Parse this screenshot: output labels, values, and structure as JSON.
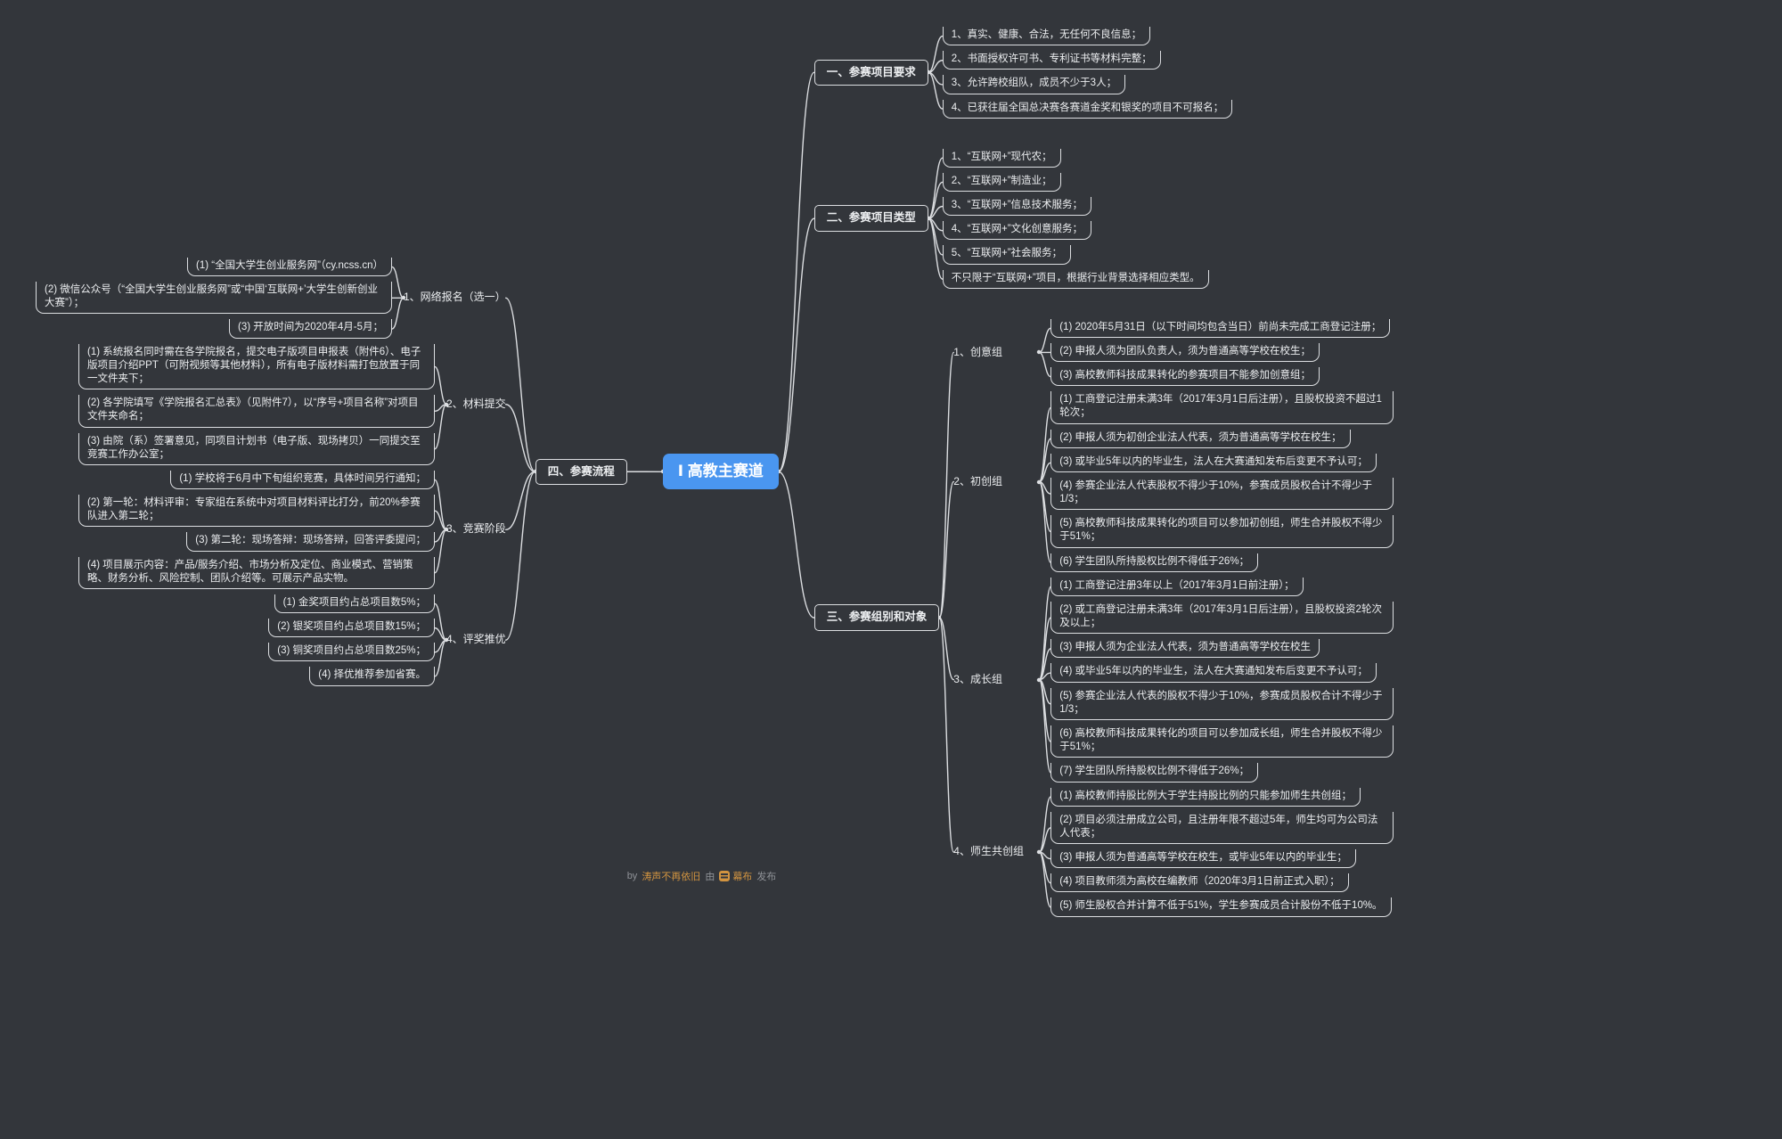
{
  "root": {
    "label": "Ⅰ 高教主赛道"
  },
  "left_branch": {
    "label": "四、参赛流程",
    "children": [
      {
        "label": "1、网络报名（选一）",
        "children": [
          {
            "label": "(1) “全国大学生创业服务网”（cy.ncss.cn）"
          },
          {
            "label": "(2) 微信公众号（“全国大学生创业服务网”或“中国‘互联网+’大学生创新创业大赛”）；"
          },
          {
            "label": "(3) 开放时间为2020年4月-5月；"
          }
        ]
      },
      {
        "label": "2、材料提交",
        "children": [
          {
            "label": "(1) 系统报名同时需在各学院报名，提交电子版项目申报表（附件6）、电子版项目介绍PPT（可附视频等其他材料），所有电子版材料需打包放置于同一文件夹下；"
          },
          {
            "label": "(2) 各学院填写《学院报名汇总表》（见附件7），以“序号+项目名称”对项目文件夹命名；"
          },
          {
            "label": "(3) 由院（系）签署意见，同项目计划书（电子版、现场拷贝）一同提交至竞赛工作办公室；"
          }
        ]
      },
      {
        "label": "3、竞赛阶段",
        "children": [
          {
            "label": "(1) 学校将于6月中下旬组织竞赛，具体时间另行通知；"
          },
          {
            "label": "(2) 第一轮：材料评审：专家组在系统中对项目材料评比打分，前20%参赛队进入第二轮；"
          },
          {
            "label": "(3) 第二轮：现场答辩：现场答辩，回答评委提问；"
          },
          {
            "label": "(4) 项目展示内容：产品/服务介绍、市场分析及定位、商业模式、营销策略、财务分析、风险控制、团队介绍等。可展示产品实物。"
          }
        ]
      },
      {
        "label": "4、评奖推优",
        "children": [
          {
            "label": "(1) 金奖项目约占总项目数5%；"
          },
          {
            "label": "(2) 银奖项目约占总项目数15%；"
          },
          {
            "label": "(3) 铜奖项目约占总项目数25%；"
          },
          {
            "label": "(4) 择优推荐参加省赛。"
          }
        ]
      }
    ]
  },
  "right_branches": [
    {
      "label": "一、参赛项目要求",
      "children": [
        {
          "label": "1、真实、健康、合法，无任何不良信息；"
        },
        {
          "label": "2、书面授权许可书、专利证书等材料完整；"
        },
        {
          "label": "3、允许跨校组队，成员不少于3人；"
        },
        {
          "label": "4、已获往届全国总决赛各赛道金奖和银奖的项目不可报名；"
        }
      ]
    },
    {
      "label": "二、参赛项目类型",
      "children": [
        {
          "label": "1、“互联网+”现代农；"
        },
        {
          "label": "2、“互联网+”制造业；"
        },
        {
          "label": "3、“互联网+”信息技术服务；"
        },
        {
          "label": "4、“互联网+”文化创意服务；"
        },
        {
          "label": "5、“互联网+”社会服务；"
        },
        {
          "label": "不只限于“互联网+”项目，根据行业背景选择相应类型。"
        }
      ]
    },
    {
      "label": "三、参赛组别和对象",
      "children": [
        {
          "label": "1、创意组",
          "children": [
            {
              "label": "(1) 2020年5月31日（以下时间均包含当日）前尚未完成工商登记注册；"
            },
            {
              "label": "(2) 申报人须为团队负责人，须为普通高等学校在校生；"
            },
            {
              "label": "(3) 高校教师科技成果转化的参赛项目不能参加创意组；"
            }
          ]
        },
        {
          "label": "2、初创组",
          "children": [
            {
              "label": "(1) 工商登记注册未满3年（2017年3月1日后注册），且股权投资不超过1轮次；"
            },
            {
              "label": "(2) 申报人须为初创企业法人代表，须为普通高等学校在校生；"
            },
            {
              "label": "(3) 或毕业5年以内的毕业生，法人在大赛通知发布后变更不予认可；"
            },
            {
              "label": "(4) 参赛企业法人代表股权不得少于10%，参赛成员股权合计不得少于1/3；"
            },
            {
              "label": "(5) 高校教师科技成果转化的项目可以参加初创组，师生合并股权不得少于51%；"
            },
            {
              "label": "(6) 学生团队所持股权比例不得低于26%；"
            }
          ]
        },
        {
          "label": "3、成长组",
          "children": [
            {
              "label": "(1) 工商登记注册3年以上（2017年3月1日前注册）；"
            },
            {
              "label": "(2) 或工商登记注册未满3年（2017年3月1日后注册），且股权投资2轮次及以上；"
            },
            {
              "label": "(3) 申报人须为企业法人代表，须为普通高等学校在校生"
            },
            {
              "label": "(4) 或毕业5年以内的毕业生，法人在大赛通知发布后变更不予认可；"
            },
            {
              "label": "(5) 参赛企业法人代表的股权不得少于10%，参赛成员股权合计不得少于1/3；"
            },
            {
              "label": "(6) 高校教师科技成果转化的项目可以参加成长组，师生合并股权不得少于51%；"
            },
            {
              "label": "(7) 学生团队所持股权比例不得低于26%；"
            }
          ]
        },
        {
          "label": "4、师生共创组",
          "children": [
            {
              "label": "(1) 高校教师持股比例大于学生持股比例的只能参加师生共创组；"
            },
            {
              "label": "(2) 项目必须注册成立公司，且注册年限不超过5年，师生均可为公司法人代表；"
            },
            {
              "label": "(3) 申报人须为普通高等学校在校生，或毕业5年以内的毕业生；"
            },
            {
              "label": "(4) 项目教师须为高校在编教师（2020年3月1日前正式入职）；"
            },
            {
              "label": "(5) 师生股权合并计算不低于51%，学生参赛成员合计股份不低于10%。"
            }
          ]
        }
      ]
    }
  ],
  "footer": {
    "by": "by",
    "author": "涛声不再依旧",
    "via": "由",
    "brand": "幕布",
    "suffix": "发布"
  },
  "colors": {
    "background": "#33363b",
    "line": "#dcdee1",
    "root": "#4a96f0",
    "accent_orange": "#d29440"
  }
}
